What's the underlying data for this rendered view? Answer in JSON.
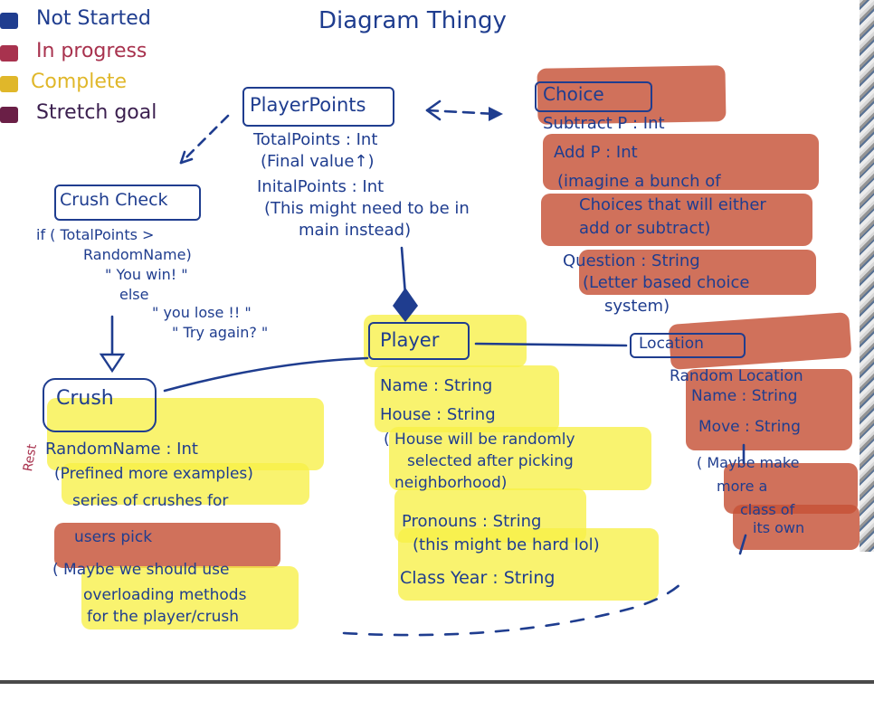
{
  "title": "Diagram Thingy",
  "legend": [
    {
      "label": "Not Started",
      "color": "#1f3d8f"
    },
    {
      "label": "In progress",
      "color": "#a8324e"
    },
    {
      "label": "Complete",
      "color": "#e0b72a"
    },
    {
      "label": "Stretch goal",
      "color": "#6a1f46"
    }
  ],
  "player_points": {
    "name": "PlayerPoints",
    "lines": [
      "TotalPoints : Int",
      "(Final value↑)",
      "InitalPoints : Int",
      "(This might need to be in",
      "main instead)"
    ]
  },
  "choice": {
    "name": "Choice",
    "lines": [
      "Subtract P : Int",
      "Add P : Int",
      "(imagine a bunch of",
      "Choices that will either",
      "add or subtract)",
      "Question : String",
      "(Letter based choice",
      "system)"
    ]
  },
  "crush_check": {
    "name": "Crush Check",
    "lines": [
      "if ( TotalPoints >",
      "RandomName)",
      "\" You win! \"",
      "else",
      "\" you lose !! \"",
      "\" Try again? \""
    ]
  },
  "crush": {
    "name": "Crush",
    "side_note": "Rest",
    "lines": [
      "RandomName : Int",
      "(Prefined more examples)",
      "series of crushes for",
      "users pick",
      "( Maybe we should use",
      "overloading methods",
      "for the player/crush"
    ]
  },
  "player": {
    "name": "Player",
    "lines": [
      "Name : String",
      "House : String",
      "( House will be randomly",
      "selected after picking",
      "neighborhood)",
      "Pronouns : String",
      "(this might be hard lol)",
      "Class Year : String"
    ]
  },
  "location": {
    "name": "Location",
    "lines": [
      "Random Location",
      "Name : String",
      "Move : String",
      "( Maybe make",
      "more a",
      "class of",
      "its own"
    ]
  },
  "colors": {
    "ink": "#1f3d8f",
    "yellow": "#f5ee3f",
    "red": "#c65237"
  }
}
